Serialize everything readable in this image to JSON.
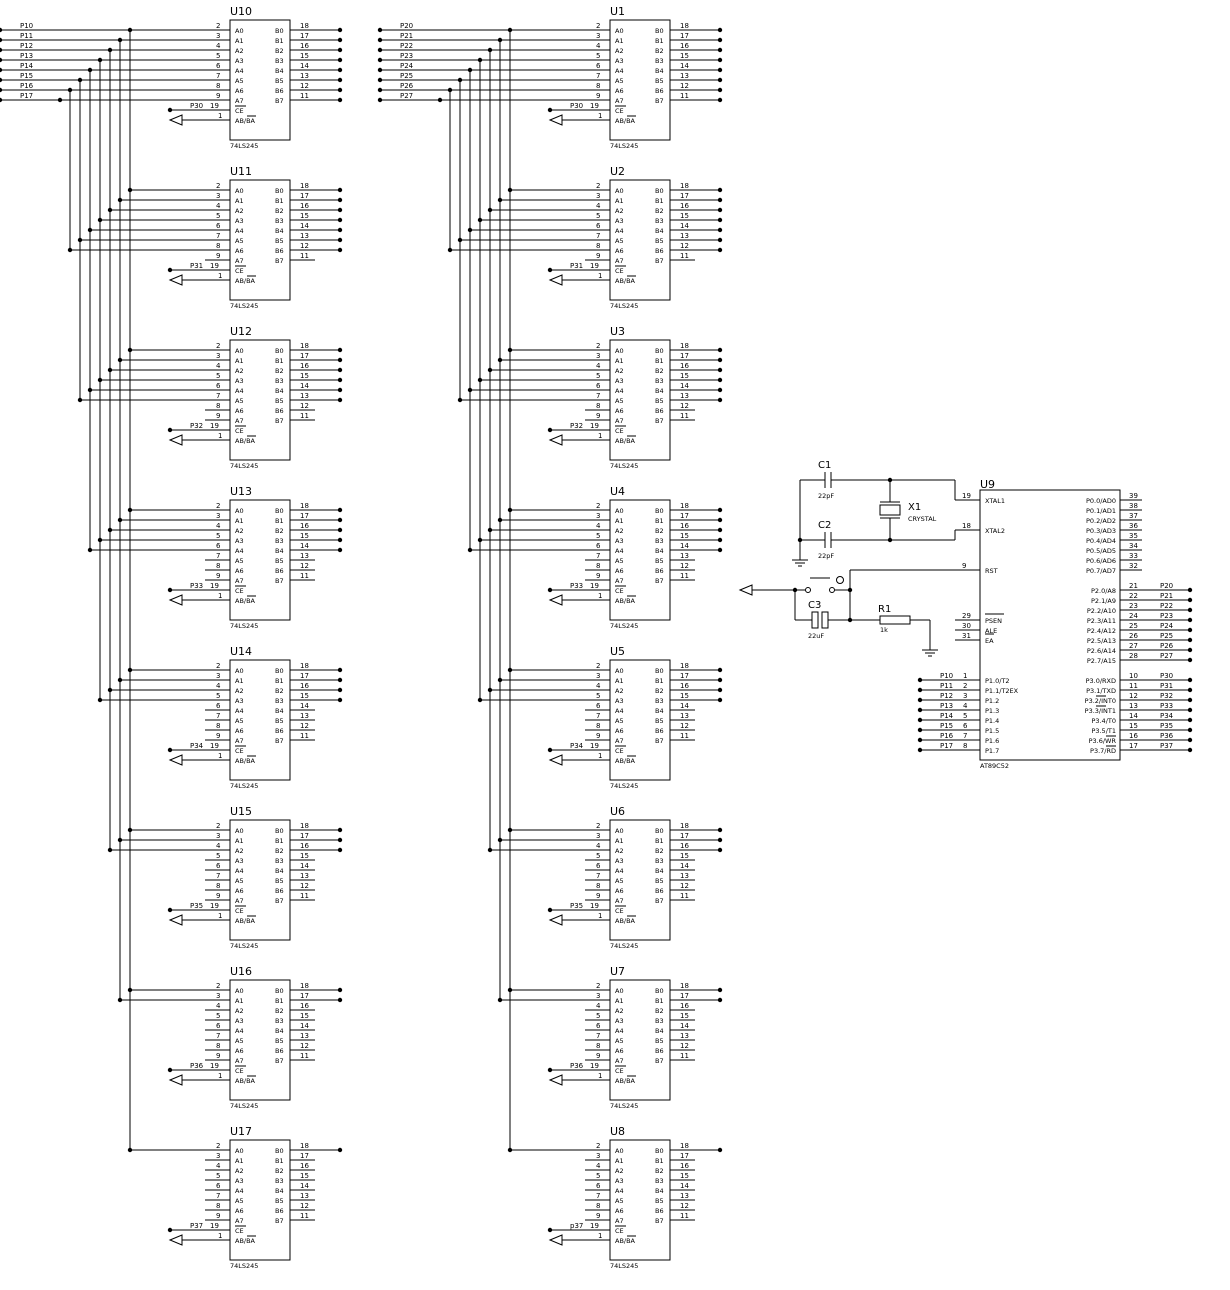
{
  "chip_part": "74LS245",
  "pins": {
    "a_names": [
      "A0",
      "A1",
      "A2",
      "A3",
      "A4",
      "A5",
      "A6",
      "A7"
    ],
    "b_names": [
      "B0",
      "B1",
      "B2",
      "B3",
      "B4",
      "B5",
      "B6",
      "B7"
    ],
    "a_nums": [
      "2",
      "3",
      "4",
      "5",
      "6",
      "7",
      "8",
      "9"
    ],
    "b_nums": [
      "18",
      "17",
      "16",
      "15",
      "14",
      "13",
      "12",
      "11"
    ],
    "ce_label": "CE",
    "dir_label": "AB/BA",
    "ce_num": "19",
    "dir_num": "1"
  },
  "left_bus_labels": [
    "P10",
    "P11",
    "P12",
    "P13",
    "P14",
    "P15",
    "P16",
    "P17"
  ],
  "right_bus_labels": [
    "P20",
    "P21",
    "P22",
    "P23",
    "P24",
    "P25",
    "P26",
    "P27"
  ],
  "left_chips": [
    {
      "name": "U10",
      "ce_net": "P30",
      "connected": 8
    },
    {
      "name": "U11",
      "ce_net": "P31",
      "connected": 7
    },
    {
      "name": "U12",
      "ce_net": "P32",
      "connected": 6
    },
    {
      "name": "U13",
      "ce_net": "P33",
      "connected": 5
    },
    {
      "name": "U14",
      "ce_net": "P34",
      "connected": 4
    },
    {
      "name": "U15",
      "ce_net": "P35",
      "connected": 3
    },
    {
      "name": "U16",
      "ce_net": "P36",
      "connected": 2
    },
    {
      "name": "U17",
      "ce_net": "P37",
      "connected": 1
    }
  ],
  "right_chips": [
    {
      "name": "U1",
      "ce_net": "P30",
      "connected": 8
    },
    {
      "name": "U2",
      "ce_net": "P31",
      "connected": 7
    },
    {
      "name": "U3",
      "ce_net": "P32",
      "connected": 6
    },
    {
      "name": "U4",
      "ce_net": "P33",
      "connected": 5
    },
    {
      "name": "U5",
      "ce_net": "P34",
      "connected": 4
    },
    {
      "name": "U6",
      "ce_net": "P35",
      "connected": 3
    },
    {
      "name": "U7",
      "ce_net": "P36",
      "connected": 2
    },
    {
      "name": "U8",
      "ce_net": "p37",
      "connected": 1
    }
  ],
  "mcu": {
    "name": "U9",
    "part": "AT89C52",
    "left_pins": [
      {
        "num": "19",
        "label": "XTAL1"
      },
      {
        "num": "18",
        "label": "XTAL2"
      },
      {
        "num": "9",
        "label": "RST"
      },
      {
        "num": "29",
        "label": "PSEN"
      },
      {
        "num": "30",
        "label": "ALE"
      },
      {
        "num": "31",
        "label": "EA"
      }
    ],
    "p1_pins": [
      {
        "num": "1",
        "label": "P1.0/T2",
        "net": "P10"
      },
      {
        "num": "2",
        "label": "P1.1/T2EX",
        "net": "P11"
      },
      {
        "num": "3",
        "label": "P1.2",
        "net": "P12"
      },
      {
        "num": "4",
        "label": "P1.3",
        "net": "P13"
      },
      {
        "num": "5",
        "label": "P1.4",
        "net": "P14"
      },
      {
        "num": "6",
        "label": "P1.5",
        "net": "P15"
      },
      {
        "num": "7",
        "label": "P1.6",
        "net": "P16"
      },
      {
        "num": "8",
        "label": "P1.7",
        "net": "P17"
      }
    ],
    "p0_pins": [
      {
        "num": "39",
        "label": "P0.0/AD0"
      },
      {
        "num": "38",
        "label": "P0.1/AD1"
      },
      {
        "num": "37",
        "label": "P0.2/AD2"
      },
      {
        "num": "36",
        "label": "P0.3/AD3"
      },
      {
        "num": "35",
        "label": "P0.4/AD4"
      },
      {
        "num": "34",
        "label": "P0.5/AD5"
      },
      {
        "num": "33",
        "label": "P0.6/AD6"
      },
      {
        "num": "32",
        "label": "P0.7/AD7"
      }
    ],
    "p2_pins": [
      {
        "num": "21",
        "label": "P2.0/A8",
        "net": "P20"
      },
      {
        "num": "22",
        "label": "P2.1/A9",
        "net": "P21"
      },
      {
        "num": "23",
        "label": "P2.2/A10",
        "net": "P22"
      },
      {
        "num": "24",
        "label": "P2.3/A11",
        "net": "P23"
      },
      {
        "num": "25",
        "label": "P2.4/A12",
        "net": "P24"
      },
      {
        "num": "26",
        "label": "P2.5/A13",
        "net": "P25"
      },
      {
        "num": "27",
        "label": "P2.6/A14",
        "net": "P26"
      },
      {
        "num": "28",
        "label": "P2.7/A15",
        "net": "P27"
      }
    ],
    "p3_pins": [
      {
        "num": "10",
        "label": "P3.0/RXD",
        "net": "P30"
      },
      {
        "num": "11",
        "label": "P3.1/TXD",
        "net": "P31"
      },
      {
        "num": "12",
        "label": "P3.2/INT0",
        "net": "P32"
      },
      {
        "num": "13",
        "label": "P3.3/INT1",
        "net": "P33"
      },
      {
        "num": "14",
        "label": "P3.4/T0",
        "net": "P34"
      },
      {
        "num": "15",
        "label": "P3.5/T1",
        "net": "P35"
      },
      {
        "num": "16",
        "label": "P3.6/WR",
        "net": "P36"
      },
      {
        "num": "17",
        "label": "P3.7/RD",
        "net": "P37"
      }
    ]
  },
  "components": {
    "c1_name": "C1",
    "c1_value": "22pF",
    "c2_name": "C2",
    "c2_value": "22pF",
    "c3_name": "C3",
    "c3_value": "22uF",
    "x1_name": "X1",
    "x1_value": "CRYSTAL",
    "r1_name": "R1",
    "r1_value": "1k"
  }
}
